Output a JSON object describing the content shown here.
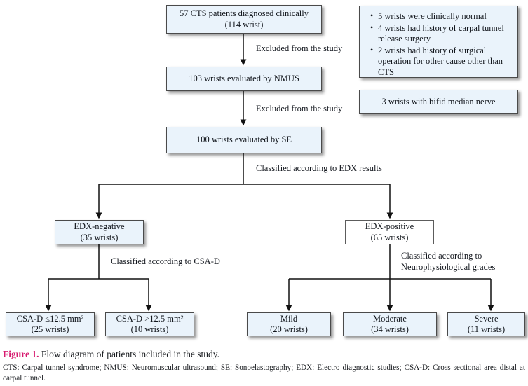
{
  "figure": {
    "number_label": "Figure 1.",
    "title": "Flow diagram of patients included in the study.",
    "abbreviations": "CTS: Carpal tunnel syndrome; NMUS: Neuromuscular ultrasound; SE: Sonoelastography; EDX: Electro diagnostic studies; CSA-D: Cross sectional area distal at carpal tunnel.",
    "accent_color": "#d6196e",
    "node_fill": "#eaf3fb",
    "node_border": "#4a4a4a"
  },
  "nodes": {
    "enrolled": {
      "line1": "57 CTS patients diagnosed clinically",
      "line2": "(114 wrist)"
    },
    "nmus": {
      "line1": "103 wrists evaluated by NMUS",
      "line2": ""
    },
    "se": {
      "line1": "100 wrists evaluated by SE",
      "line2": ""
    },
    "edx_negative": {
      "line1": "EDX-negative",
      "line2": "(35 wrists)"
    },
    "edx_positive": {
      "line1": "EDX-positive",
      "line2": "(65 wrists)"
    },
    "csa_low": {
      "line1": "CSA-D ≤12.5 mm²",
      "line2": "(25 wrists)"
    },
    "csa_high": {
      "line1": "CSA-D >12.5 mm²",
      "line2": "(10 wrists)"
    },
    "mild": {
      "line1": "Mild",
      "line2": "(20 wrists)"
    },
    "moderate": {
      "line1": "Moderate",
      "line2": "(34 wrists)"
    },
    "severe": {
      "line1": "Severe",
      "line2": "(11 wrists)"
    }
  },
  "exclusion_box": {
    "items": [
      "5 wrists were clinically normal",
      "4 wrists had history of carpal tunnel release surgery",
      "2 wrists had history of surgical operation for other cause other than CTS"
    ]
  },
  "bifid_box": {
    "text": "3 wrists with bifid median nerve"
  },
  "edge_labels": {
    "excluded_1": "Excluded from the study",
    "excluded_2": "Excluded from the study",
    "classified_edx": "Classified according to EDX results",
    "classified_csad": "Classified according to CSA-D",
    "classified_grades_l1": "Classified according to",
    "classified_grades_l2": "Neurophysiological grades"
  }
}
